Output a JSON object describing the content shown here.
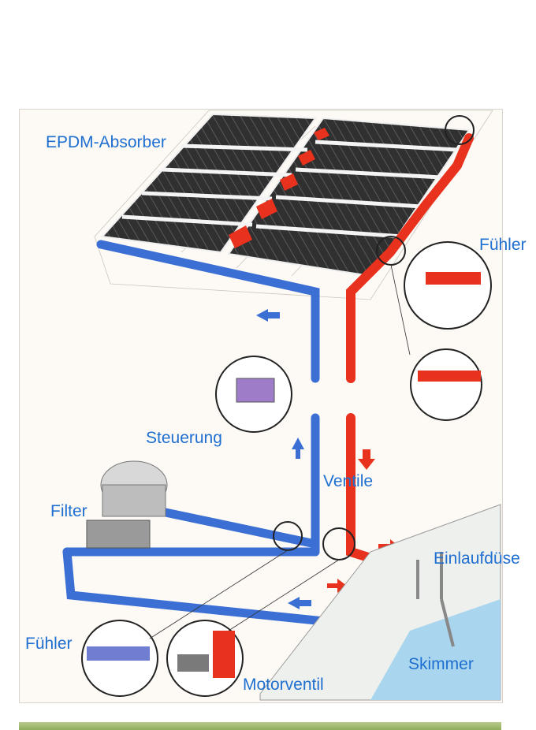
{
  "labels": {
    "epdm_absorber": "EPDM-Absorber",
    "fuehler_top": "Fühler",
    "steuerung": "Steuerung",
    "ventile": "Ventile",
    "filter": "Filter",
    "einlaufduese": "Einlaufdüse",
    "fuehler_bottom": "Fühler",
    "skimmer": "Skimmer",
    "motorventil": "Motorventil"
  },
  "colors": {
    "label_text": "#1e6fd0",
    "cold_pipe": "#3b6fd4",
    "hot_pipe": "#e8321e",
    "absorber": "#2a2a2a",
    "pool_water": "#a9d6ee"
  }
}
